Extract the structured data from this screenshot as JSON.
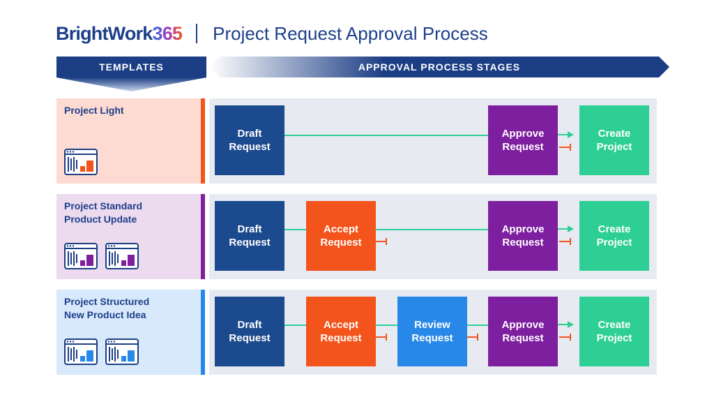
{
  "header": {
    "logo_word": "BrightWork",
    "logo_num": "365",
    "title": "Project Request Approval Process"
  },
  "banners": {
    "templates": "TEMPLATES",
    "stages": "APPROVAL PROCESS STAGES"
  },
  "colors": {
    "navy": "#1c3e84",
    "draft": "#1c4a8e",
    "accept": "#f2541c",
    "review": "#2788e8",
    "approve": "#7d1f9f",
    "create": "#2ecf95",
    "reject_marker": "#f2541c"
  },
  "rows": [
    {
      "template": "Project Light",
      "template_icon": "template-window-icon",
      "template_icon_count": 1,
      "accent": "#f2541c",
      "panel_bg": "#fddbd2",
      "stages": [
        {
          "label": "Draft\nRequest"
        },
        {
          "label": "Approve\nRequest"
        },
        {
          "label": "Create\nProject"
        }
      ]
    },
    {
      "template": "Project Standard\nProduct Update",
      "template_icon": "template-window-icon",
      "template_icon_count": 2,
      "accent": "#7d1f9f",
      "panel_bg": "#ecdaef",
      "stages": [
        {
          "label": "Draft\nRequest"
        },
        {
          "label": "Accept\nRequest"
        },
        {
          "label": "Approve\nRequest"
        },
        {
          "label": "Create\nProject"
        }
      ]
    },
    {
      "template": "Project Structured\nNew Product Idea",
      "template_icon": "template-window-icon",
      "template_icon_count": 2,
      "accent": "#2788e8",
      "panel_bg": "#d8e9fb",
      "stages": [
        {
          "label": "Draft\nRequest"
        },
        {
          "label": "Accept\nRequest"
        },
        {
          "label": "Review\nRequest"
        },
        {
          "label": "Approve\nRequest"
        },
        {
          "label": "Create\nProject"
        }
      ]
    }
  ]
}
